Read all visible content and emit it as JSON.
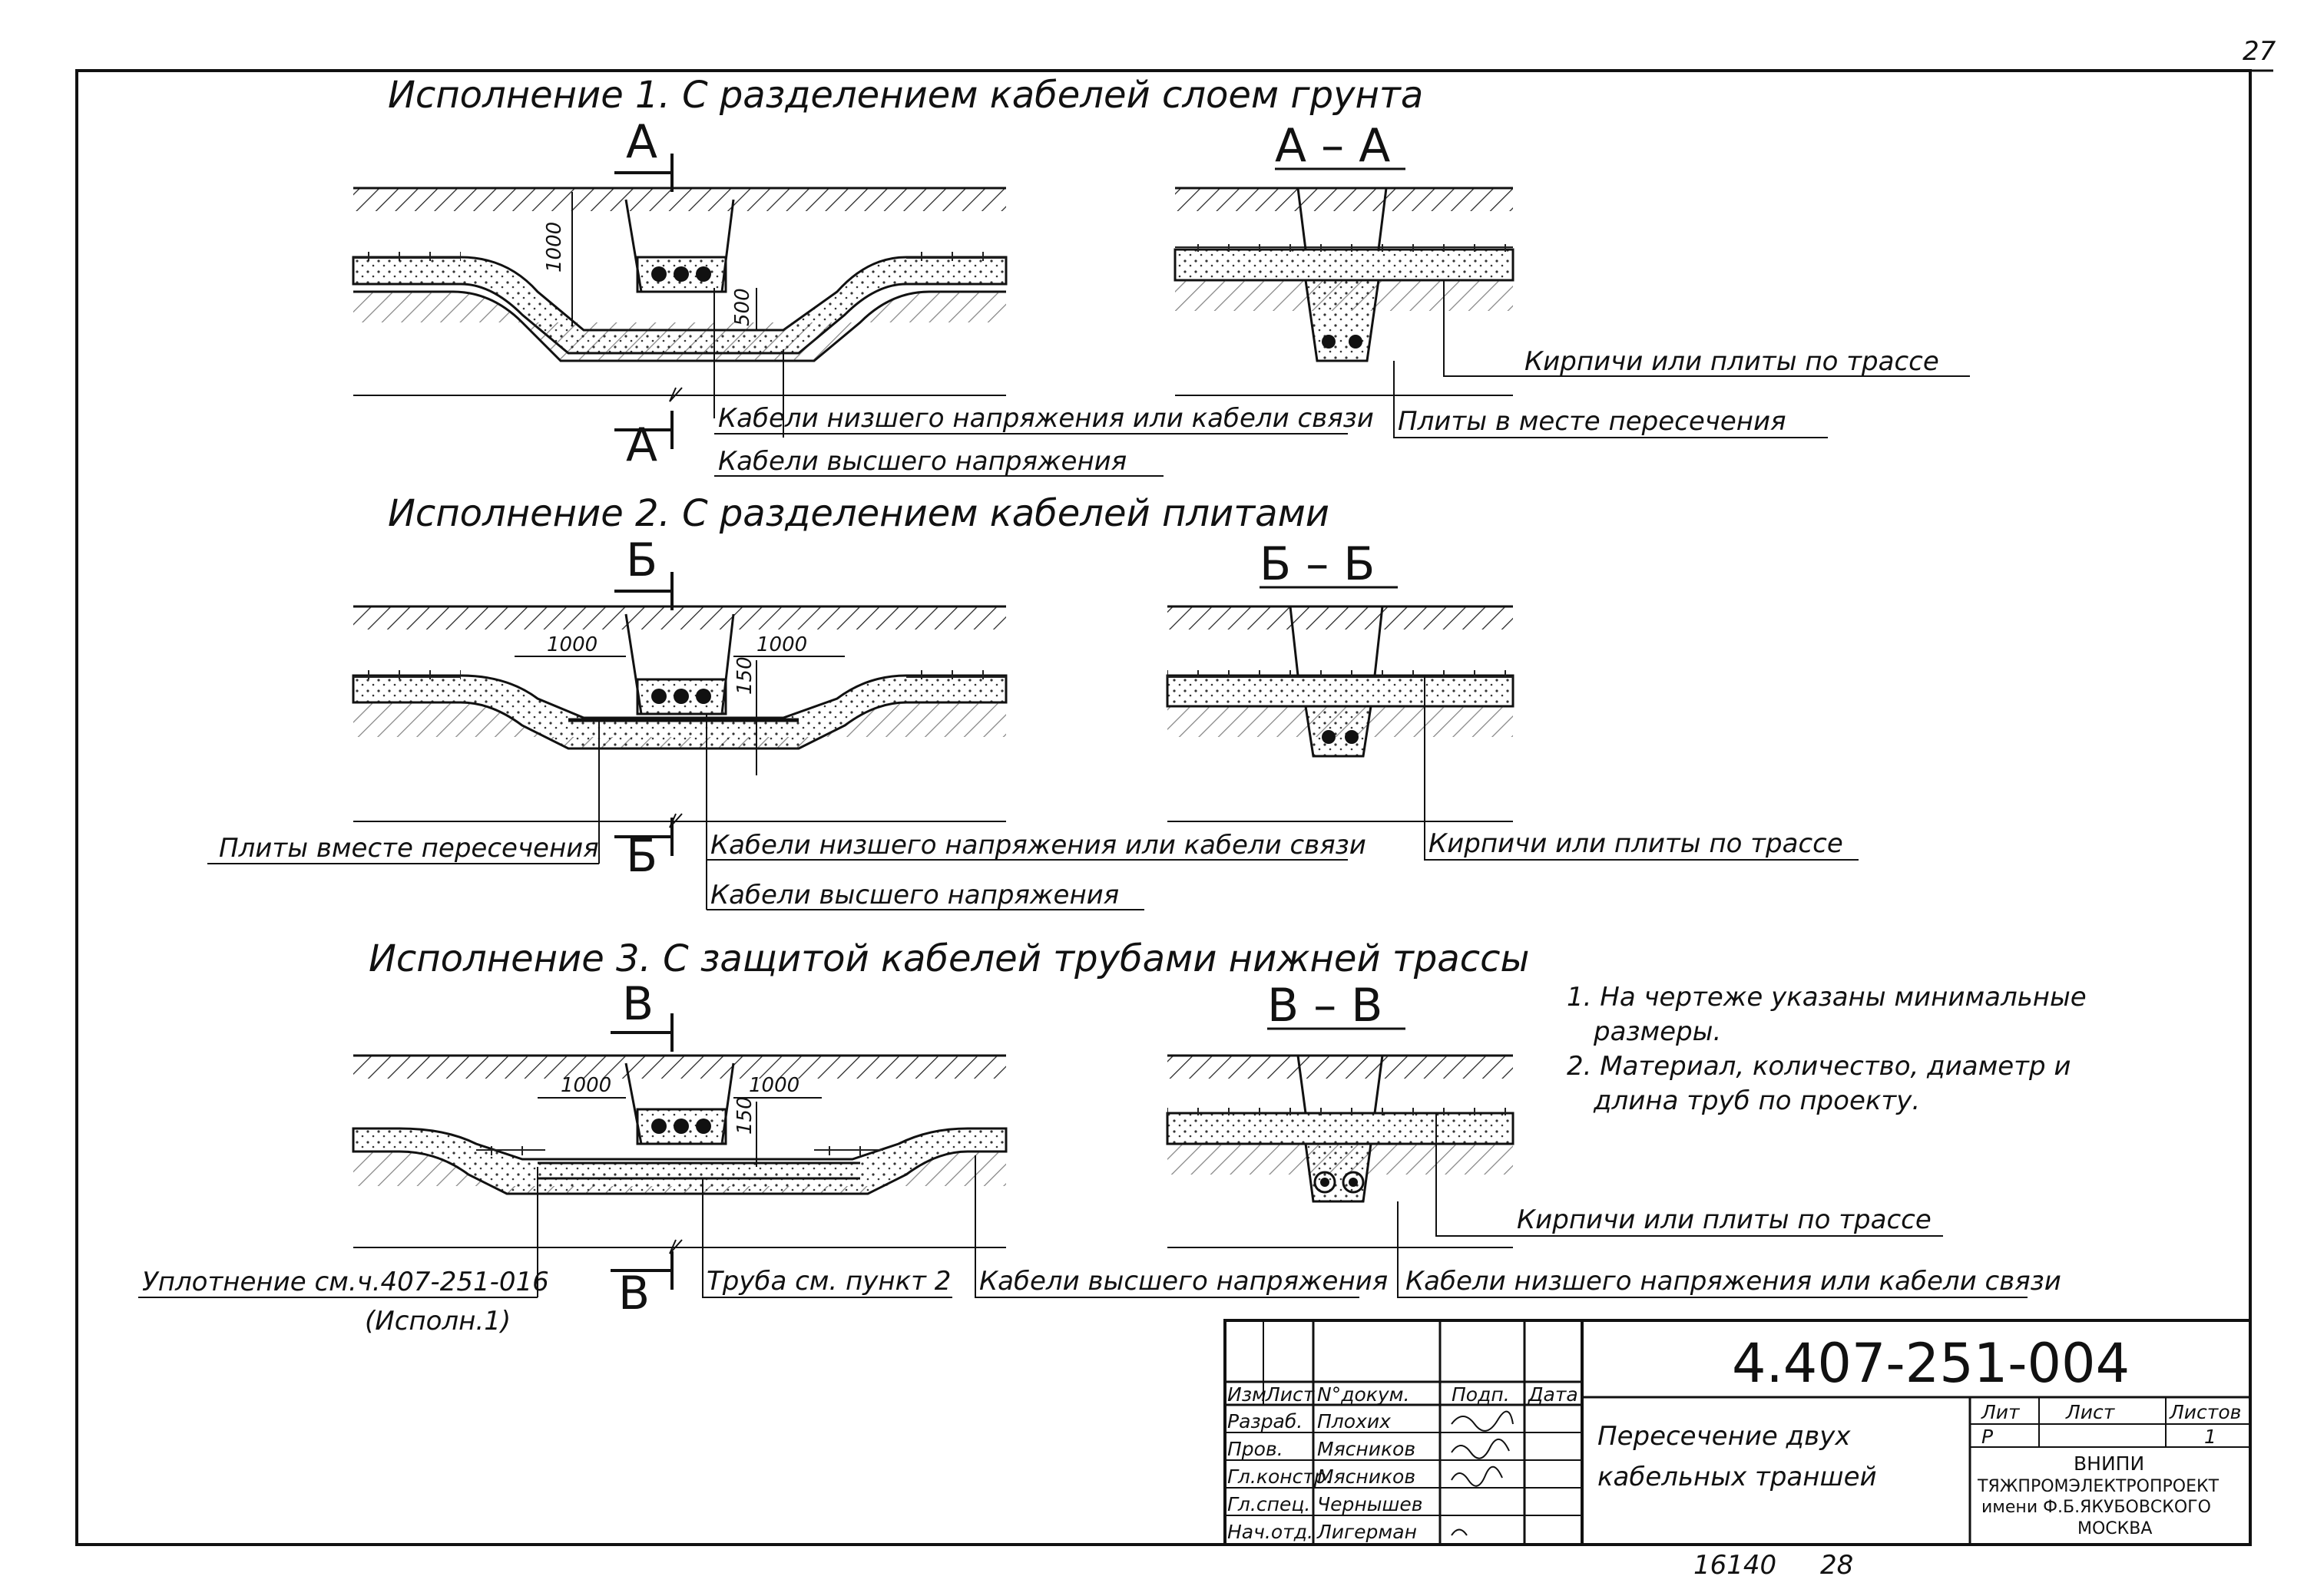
{
  "sheet": {
    "number": "27",
    "footer_left": "16140",
    "footer_right": "28"
  },
  "variant1": {
    "title": "Исполнение 1.  С разделением  кабелей  слоем грунта",
    "cut_left": "А",
    "cut_left_bottom": "А",
    "section": "А – А",
    "dim_depth": "1000",
    "dim_gap": "500",
    "lbl_low": "Кабели низшего напряжения или кабели связи",
    "lbl_high": "Кабели высшего напряжения",
    "lbl_bricks": "Кирпичи или плиты по трассе",
    "lbl_plates": "Плиты в месте  пересечения"
  },
  "variant2": {
    "title": "Исполнение 2.  С разделением  кабелей   плитами",
    "cut_left": "Б",
    "cut_left_bottom": "Б",
    "section": "Б – Б",
    "dim_l": "1000",
    "dim_r": "1000",
    "dim_gap": "150",
    "lbl_plates": "Плиты вместе пересечения",
    "lbl_low": "Кабели низшего напряжения или кабели связи",
    "lbl_high": "Кабели высшего напряжения",
    "lbl_bricks": "Кирпичи или плиты по трассе"
  },
  "variant3": {
    "title": "Исполнение 3.  С защитой кабелей трубами нижней  трассы",
    "cut_left": "В",
    "cut_left_bottom": "В",
    "section": "В – В",
    "dim_l": "1000",
    "dim_r": "1000",
    "dim_gap": "150",
    "lbl_seal": "Уплотнение см.ч.407-251-016",
    "lbl_seal2": "(Исполн.1)",
    "lbl_pipe": "Труба  см. пункт 2",
    "lbl_high": "Кабели высшего напряжения",
    "lbl_low": "Кабели низшего напряжения или кабели связи",
    "lbl_bricks": "Кирпичи или плиты по трассе"
  },
  "notes": [
    "1. На чертеже указаны минимальные",
    "размеры.",
    "2. Материал, количество, диаметр и",
    "длина труб по проекту."
  ],
  "titleblock": {
    "code": "4.407-251-004",
    "heads": [
      "Изм",
      "Лист",
      "N°докум.",
      "Подп.",
      "Дата"
    ],
    "rows": [
      {
        "role": "Разраб.",
        "name": "Плохих"
      },
      {
        "role": "Пров.",
        "name": "Мясников"
      },
      {
        "role": "Гл.констр.",
        "name": "Мясников"
      },
      {
        "role": "Гл.спец.",
        "name": "Чернышев"
      },
      {
        "role": "Нач.отд.",
        "name": "Лигерман"
      }
    ],
    "drawing_title_1": "Пересечение  двух",
    "drawing_title_2": "кабельных  траншей",
    "lit_head": "Лит",
    "sheet_head": "Лист",
    "sheets_head": "Листов",
    "lit_val": "Р",
    "sheets_val": "1",
    "org_1": "ВНИПИ",
    "org_2": "ТЯЖПРОМЭЛЕКТРОПРОЕКТ",
    "org_3": "имени Ф.Б.ЯКУБОВСКОГО",
    "org_4": "МОСКВА"
  }
}
